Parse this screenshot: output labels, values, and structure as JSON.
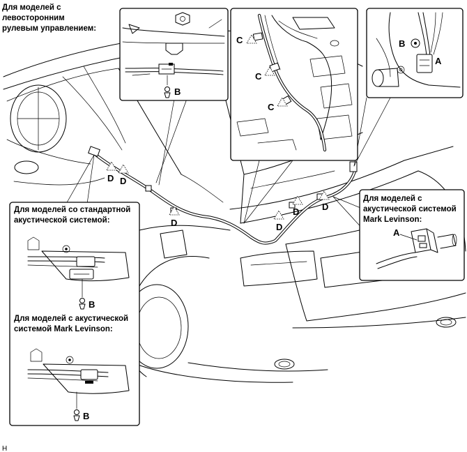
{
  "labels": {
    "top_left": [
      "Для моделей с",
      "левосторонним",
      "рулевым управлением:"
    ],
    "standard_audio": [
      "Для моделей со стандартной",
      "акустической системой:"
    ],
    "ml_audio_left": [
      "Для моделей с акустической",
      "системой Mark Levinson:"
    ],
    "ml_audio_right": [
      "Для моделей с",
      "акустической системой",
      "Mark Levinson:"
    ],
    "footer": "H"
  },
  "callouts": {
    "A": "A",
    "B": "B",
    "C": "C",
    "D": "D"
  }
}
